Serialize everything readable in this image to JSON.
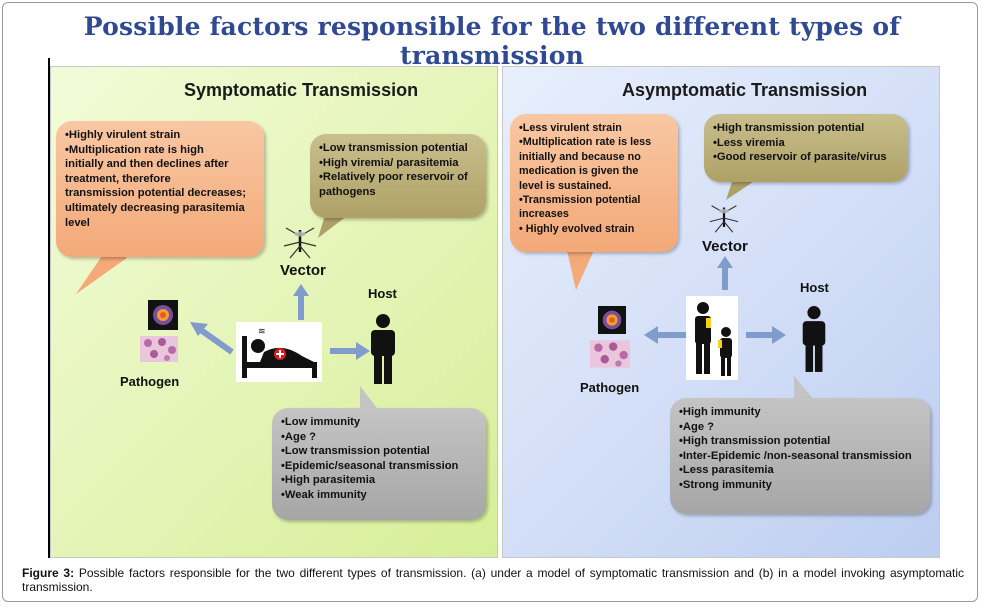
{
  "title": "Possible factors responsible for the two different types of transmission",
  "symptomatic": {
    "title": "Symptomatic Transmission",
    "pathogen_bubble": [
      "•Highly virulent strain",
      "•Multiplication rate is high",
      "initially and then declines after",
      "treatment, therefore",
      "transmission potential decreases;",
      "ultimately decreasing parasitemia",
      "level"
    ],
    "vector_bubble": [
      "•Low transmission potential",
      "•High viremia/ parasitemia",
      "•Relatively poor reservoir of",
      "pathogens"
    ],
    "host_bubble": [
      "•Low immunity",
      "•Age ?",
      "•Low transmission potential",
      "•Epidemic/seasonal transmission",
      "•High parasitemia",
      "•Weak immunity"
    ],
    "vector_label": "Vector",
    "host_label": "Host",
    "pathogen_label": "Pathogen"
  },
  "asymptomatic": {
    "title": "Asymptomatic Transmission",
    "pathogen_bubble": [
      "•Less virulent strain",
      "•Multiplication rate is less",
      "initially and because no",
      "medication is given the",
      "level is sustained.",
      "•Transmission potential",
      "increases",
      "• Highly evolved strain"
    ],
    "vector_bubble": [
      "•High transmission potential",
      "•Less viremia",
      "•Good reservoir of parasite/virus"
    ],
    "host_bubble": [
      "•High  immunity",
      "•Age ?",
      "•High transmission potential",
      "•Inter-Epidemic /non-seasonal transmission",
      "•Less parasitemia",
      "•Strong immunity"
    ],
    "vector_label": "Vector",
    "host_label": "Host",
    "pathogen_label": "Pathogen"
  },
  "caption": {
    "label": "Figure 3:",
    "text": " Possible factors responsible for the two different types of transmission. (a) under a model of symptomatic transmission and (b) in a model invoking asymptomatic transmission."
  },
  "colors": {
    "title": "#2f4a93",
    "orange_bubble": "#f3a978",
    "olive_bubble": "#aea167",
    "gray_bubble": "#a6a6a6",
    "arrow": "#7f9ccc",
    "sym_panel": "#e4f4b6",
    "asym_panel": "#d2def7"
  },
  "icons": [
    "mosquito-icon",
    "host-person-icon",
    "sick-patient-icon",
    "pathogen-cell-icon",
    "blood-cells-icon",
    "healthy-people-icon"
  ]
}
